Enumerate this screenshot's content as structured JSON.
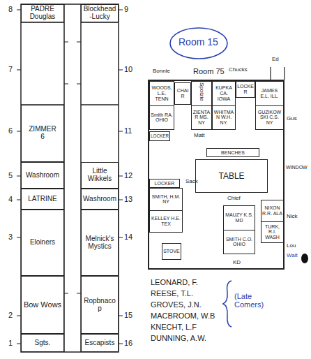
{
  "diagram": {
    "nodes": [
      {
        "text": [
          "PADRE Douglas"
        ]
      },
      {
        "text": [
          "Blockhead-Lucky"
        ]
      },
      {
        "text": [
          "ZIMMER",
          "6"
        ]
      },
      {
        "text": [
          "Washroom"
        ]
      },
      {
        "text": [
          "Little Wikkels"
        ]
      },
      {
        "text": [
          "LATRINE"
        ]
      },
      {
        "text": [
          "Washroom"
        ]
      },
      {
        "text": [
          "Eloiners"
        ]
      },
      {
        "text": [
          "Melnick's Mystics"
        ]
      },
      {
        "text": [
          "Bow Wows"
        ]
      },
      {
        "text": [
          "Ropbnacop"
        ]
      },
      {
        "text": [
          "Sgts."
        ]
      },
      {
        "text": [
          "Escapists"
        ]
      },
      {
        "text": [
          "Room 75"
        ]
      },
      {
        "text": [
          "WOODS, L.E. TENN",
          "Smith RA. OHIO"
        ],
        "in": 13
      },
      {
        "text": [
          "CHAIR"
        ],
        "in": 13
      },
      {
        "text": [
          "ZIENTAR MS. NY"
        ],
        "in": 13
      },
      {
        "text": [
          "KUPKA CA. IOWA",
          "WHITMAN W.H. NY."
        ],
        "in": 13
      },
      {
        "text": [
          "LOCKER"
        ],
        "in": 13
      },
      {
        "text": [
          "JAMES E.L. ILL.",
          "GUZIKOWSKI C.S. NY"
        ],
        "in": 13
      },
      {
        "text": [
          "LOCKER"
        ],
        "in": 13
      },
      {
        "text": [
          "BENCHES"
        ],
        "in": 13
      },
      {
        "text": [
          "TABLE"
        ],
        "in": 13
      },
      {
        "text": [
          "LOCKER"
        ],
        "in": 13
      },
      {
        "text": [
          "SMITH, H.M. NY",
          "KELLEY H.E. TEX"
        ],
        "in": 13
      },
      {
        "text": [
          "STOVE"
        ],
        "in": 13
      },
      {
        "text": [
          "MAUZY K.S. MD",
          "SMITH C.O. OHIO"
        ],
        "in": 13
      },
      {
        "text": [
          "NIXON R.R. ALA",
          "TURK, R.I. WASH"
        ],
        "in": 13
      }
    ],
    "labels": [
      "8",
      "9",
      "7",
      "10",
      "6",
      "11",
      "5",
      "12",
      "4",
      "13",
      "3",
      "14",
      "2",
      "15",
      "1",
      "16",
      "Room 15",
      "Bonnie",
      "Spotzie",
      "Chucks",
      "Ed",
      "Matt",
      "Gus",
      "Sack",
      "WINDOW",
      "Chief",
      "Nick",
      "Lou",
      "Walt",
      "KD",
      "LEONARD, F.",
      "REESE, T.L.",
      "GROVES, J.N.",
      "MACBROOM, W.B",
      "KNECHT, L.F",
      "DUNNING, A.W.",
      "(Late Comers)"
    ]
  }
}
